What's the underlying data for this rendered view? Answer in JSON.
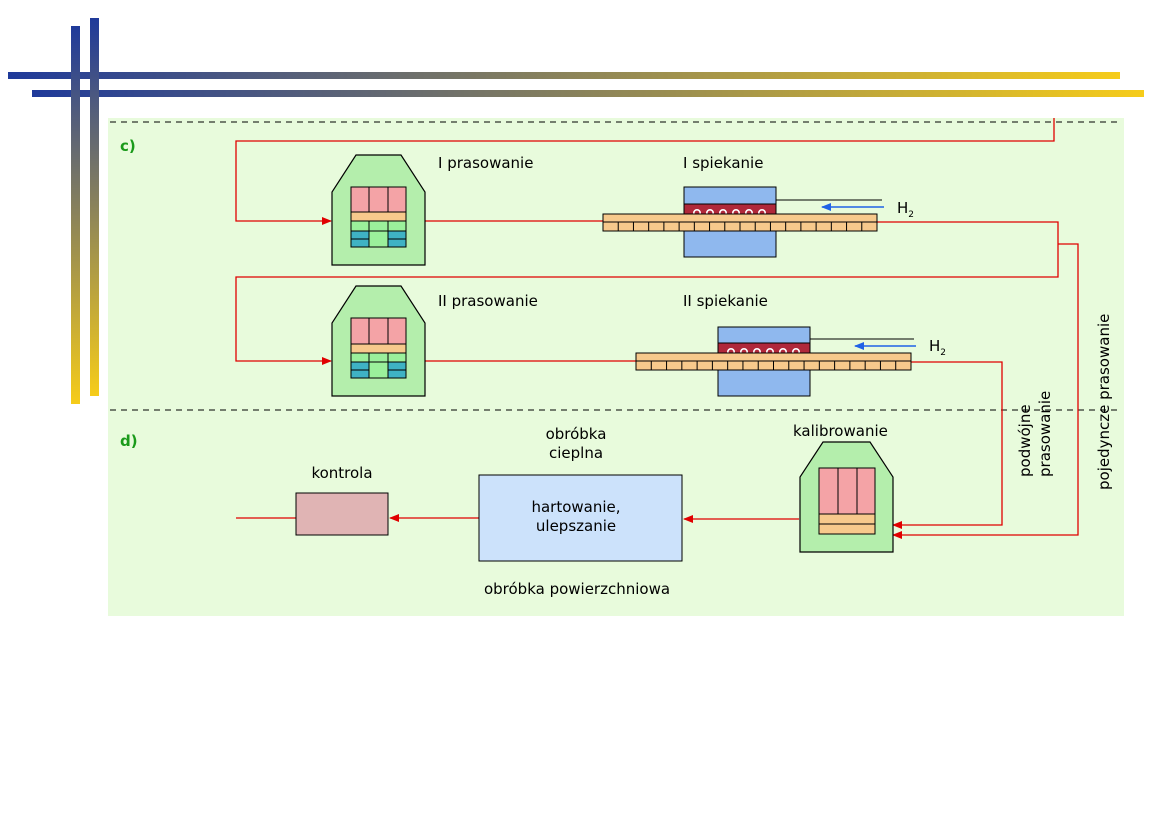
{
  "colors": {
    "panel_bg": "#e8fbdc",
    "flow_line": "#e00000",
    "press_body": "#b4eeac",
    "punch": "#f4a3a6",
    "powder": "#f7c98c",
    "die_green": "#9bf09b",
    "die_teal": "#3fb2c4",
    "furnace_blue": "#8fb8ee",
    "heater": "#b0283a",
    "conveyor": "#f7c98c",
    "gas_arrow": "#1f62e6",
    "heat_box": "#cce2fb",
    "control_box": "#e0b4b4",
    "section_label": "#1a9a1a",
    "deco_blue": "#1f3a9a",
    "deco_yellow": "#f6cc1a"
  },
  "sections": {
    "c_label": "c)",
    "d_label": "d)"
  },
  "stages": {
    "press1": "I prasowanie",
    "sinter1": "I spiekanie",
    "press2": "II prasowanie",
    "sinter2": "II spiekanie",
    "gas1": "H",
    "gas2": "H",
    "gas_sub": "2",
    "calibration": "kalibrowanie",
    "heat_treatment_line1": "obróbka",
    "heat_treatment_line2": "cieplna",
    "hardening_line1": "hartowanie,",
    "hardening_line2": "ulepszanie",
    "surface_treatment": "obróbka powierzchniowa",
    "control": "kontrola"
  },
  "routes": {
    "double_line1": "podwójne",
    "double_line2": "prasowanie",
    "single": "pojedyncze prasowanie"
  }
}
